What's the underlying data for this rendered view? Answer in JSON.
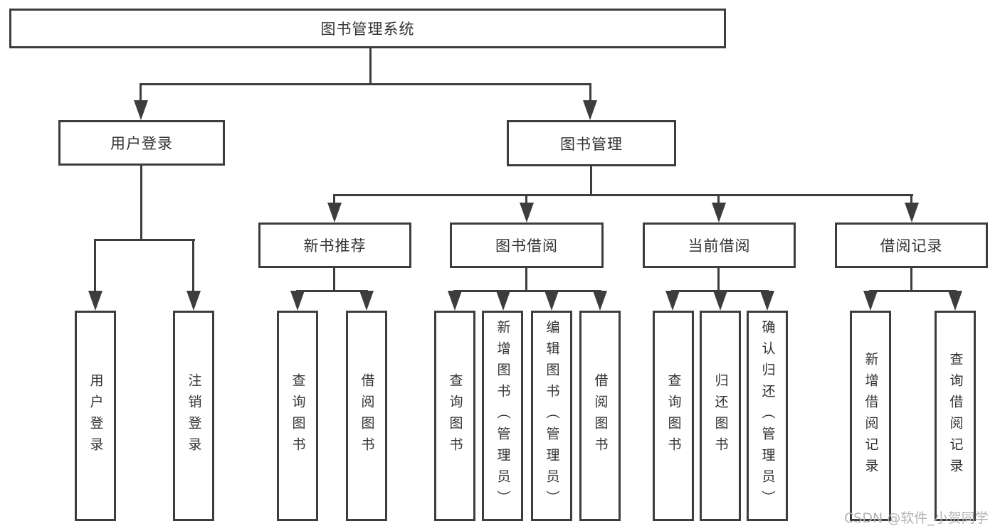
{
  "diagram_title": "图书管理系统",
  "colors": {
    "line": "#3d3d3d",
    "text": "#333333",
    "background": "#ffffff",
    "watermark_color": "#b3b3b3"
  },
  "nodes": {
    "root": "图书管理系统",
    "user_login": "用户登录",
    "book_management": "图书管理",
    "new_book_recommend": "新书推荐",
    "book_borrow": "图书借阅",
    "current_borrow": "当前借阅",
    "borrow_record": "借阅记录",
    "leaves": {
      "user_login": [
        "用户登录",
        "注销登录"
      ],
      "new_book_recommend": [
        "查询图书",
        "借阅图书"
      ],
      "book_borrow": [
        "查询图书",
        "新增图书（管理员）",
        "编辑图书（管理员）",
        "借阅图书"
      ],
      "current_borrow": [
        "查询图书",
        "归还图书",
        "确认归还（管理员）"
      ],
      "borrow_record": [
        "新增借阅记录",
        "查询借阅记录"
      ]
    }
  },
  "watermark": "CSDN @软件_小贺同学"
}
